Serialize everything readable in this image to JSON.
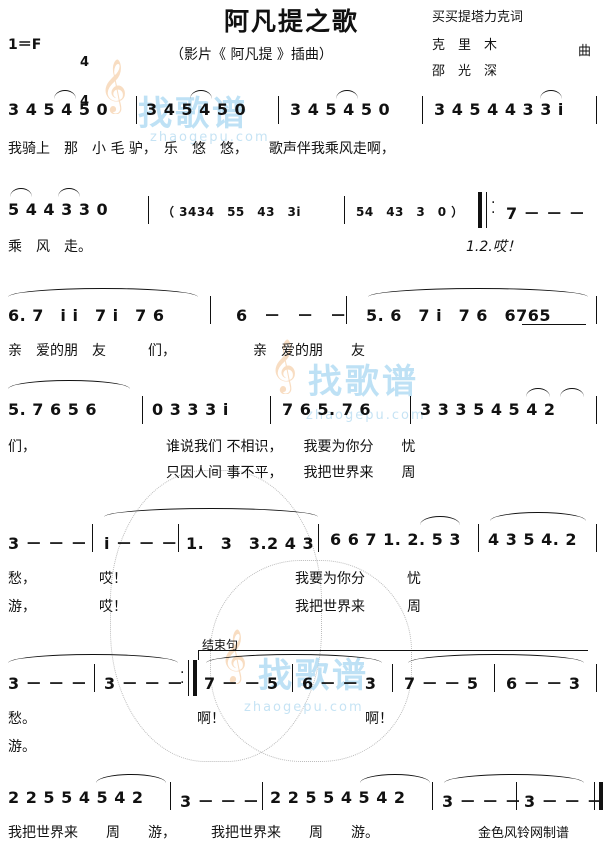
{
  "header": {
    "title": "阿凡提之歌",
    "subtitle": "（影片《 阿凡提 》插曲）",
    "key": "1＝F",
    "meter_top": "4",
    "meter_bottom": "4",
    "lyricist": "买买提塔力克词",
    "composer_name": "克　里　木",
    "composer_role": "曲",
    "arranger": "邵　光　深"
  },
  "watermark": {
    "brand": "找歌谱",
    "url": "zhaogepu.com"
  },
  "footer": {
    "credit": "金色风铃网制谱"
  },
  "rows": [
    {
      "notes": [
        "3 4 5 4 5 0",
        "3 4 5 4 5 0",
        "3 4 5 4 5 0",
        "3 4 5 4 4 3 3 i"
      ],
      "lyrics": "我骑上　那　小 毛 驴，　乐　悠　悠，　　歌声伴我乘风走啊，"
    },
    {
      "notes": [
        "5 4 4 3 3 0",
        "（ 3434　55　43　3i",
        "54　43　3　0 ）",
        "7 － － －"
      ],
      "lyrics": "乘　风　走。",
      "ending": "1.2.哎！"
    },
    {
      "notes": [
        "6. 7　i i　7 i　7 6",
        "6　－　－　－",
        "5. 6　7 i　7 6　6765"
      ],
      "lyrics": "亲　爱的朋　友　　　们，　　　　　　亲　爱的朋　　友"
    },
    {
      "notes": [
        "5. 7 6 5 6",
        "0 3 3 3 i",
        "7 6 5. 7 6",
        "3 3 3 5 4 5 4 2"
      ],
      "lyrics_a": "们，",
      "lyrics_b": "谁说我们 不相识，　　我要为你分　　忧",
      "lyrics_c": "只因人间 事不平，　　我把世界来　　周"
    },
    {
      "notes": [
        "3 － － －",
        "i － － －",
        "1.　3　3.2 4 3",
        "6 6 7 1. 2. 5 3",
        "4 3 5 4. 2"
      ],
      "lyrics_a": "愁，　　　　　哎！　　　　　　　　　　　　我要为你分　　　忧",
      "lyrics_b": "游，　　　　　哎！　　　　　　　　　　　　我把世界来　　　周"
    },
    {
      "notes": [
        "3 － － －",
        "3 － － －",
        "7 － － 5",
        "6 － － 3",
        "7 － － 5",
        "6 － － 3"
      ],
      "ending_label": "结束句",
      "lyrics_a": "愁。　　　　　　　　　　　　啊！　　　　　　　　　　啊！",
      "lyrics_b": "游。"
    },
    {
      "notes": [
        "2 2 5 5 4 5 4 2",
        "3 － － －",
        "2 2 5 5 4 5 4 2",
        "3 － － －",
        "3 － － －"
      ],
      "lyrics": "我把世界来　　周　　游，　　　我把世界来　　周　　游。"
    }
  ]
}
